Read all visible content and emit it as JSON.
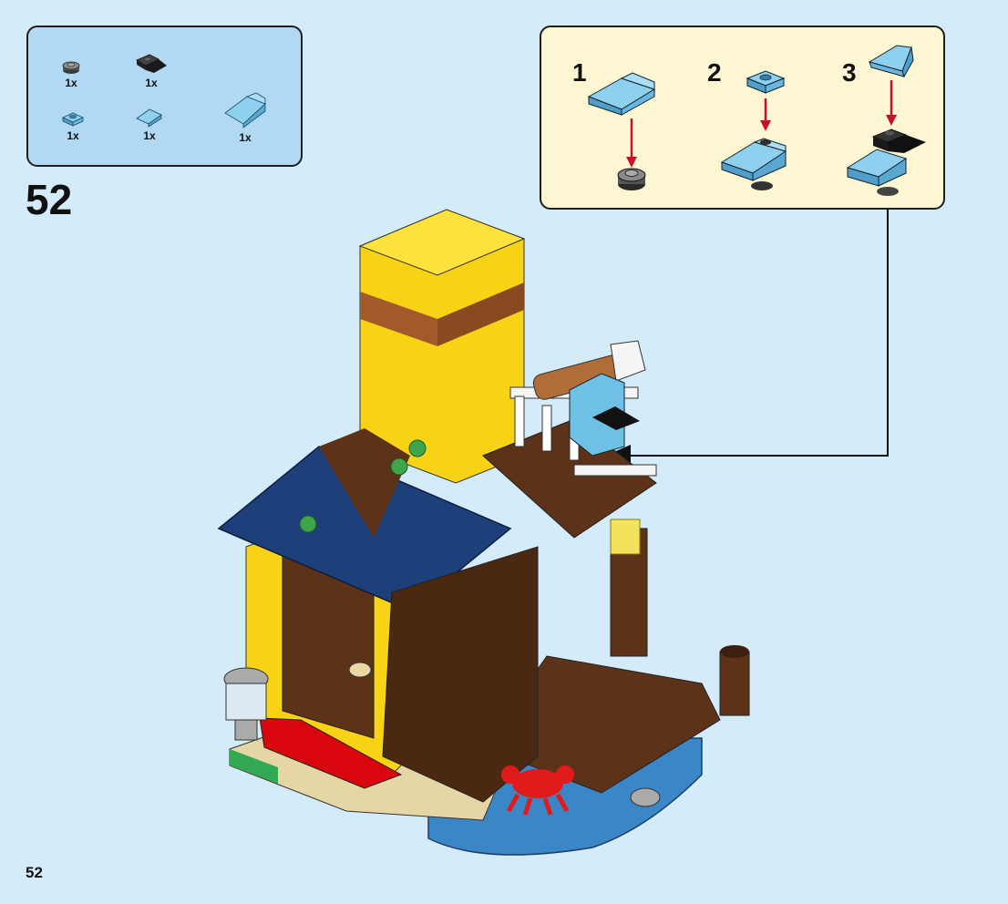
{
  "parts_list": {
    "items": [
      {
        "name": "round-plate-1x1-dark-grey",
        "qty": "1x"
      },
      {
        "name": "plate-with-tooth-black",
        "qty": "1x"
      },
      {
        "name": "plate-1x1-medium-azure",
        "qty": "1x"
      },
      {
        "name": "slope-1x1-medium-azure",
        "qty": "1x"
      },
      {
        "name": "slope-2x2-medium-azure",
        "qty": "1x"
      }
    ]
  },
  "step": {
    "number": "52"
  },
  "callout": {
    "substeps": [
      {
        "number": "1"
      },
      {
        "number": "2"
      },
      {
        "number": "3"
      }
    ]
  },
  "page": {
    "number": "52"
  },
  "colors": {
    "background": "#d4ebf9",
    "parts_panel": "#b1d9f3",
    "callout": "#fdf6d2",
    "azure": "#6ec1e4",
    "brown": "#5c3219",
    "yellow": "#f8d315",
    "dark_blue": "#1d3f7a",
    "red": "#d9060d",
    "arrow_red": "#c8102e"
  }
}
